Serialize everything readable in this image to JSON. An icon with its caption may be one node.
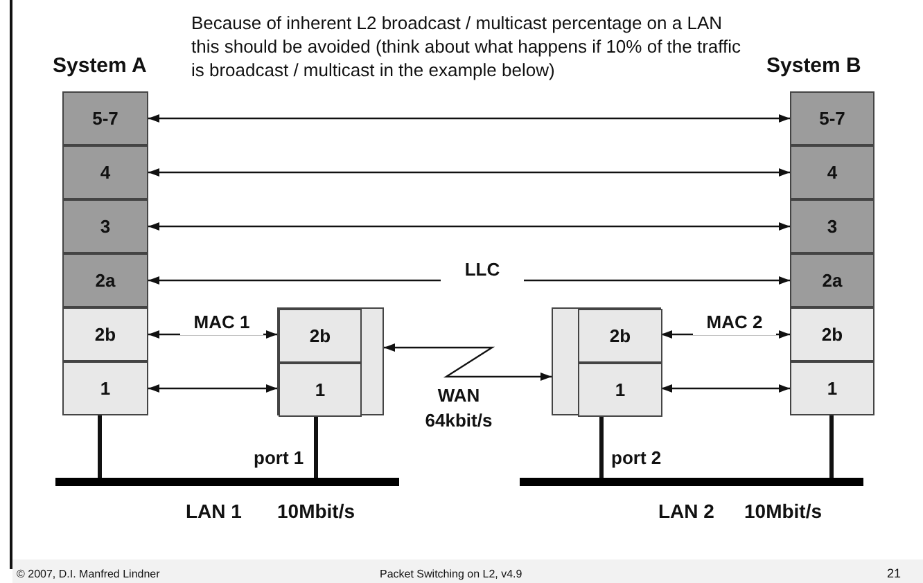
{
  "diagram": {
    "title": "Because of inherent L2 broadcast / multicast percentage on a LAN this should be avoided (think about what happens if 10% of the traffic is broadcast / multicast in the example below)",
    "nodes": [
      {
        "text": [
          "System A"
        ]
      },
      {
        "text": [
          "5-7"
        ],
        "in": 0
      },
      {
        "text": [
          "4"
        ],
        "in": 0
      },
      {
        "text": [
          "3"
        ],
        "in": 0
      },
      {
        "text": [
          "2a"
        ],
        "in": 0
      },
      {
        "text": [
          "2b"
        ],
        "in": 0
      },
      {
        "text": [
          "1"
        ],
        "in": 0
      },
      {
        "text": [
          "System B"
        ]
      },
      {
        "text": [
          "5-7"
        ],
        "in": 7
      },
      {
        "text": [
          "4"
        ],
        "in": 7
      },
      {
        "text": [
          "3"
        ],
        "in": 7
      },
      {
        "text": [
          "2a"
        ],
        "in": 7
      },
      {
        "text": [
          "2b"
        ],
        "in": 7
      },
      {
        "text": [
          "1"
        ],
        "in": 7
      },
      {
        "text": [],
        "shape": "box"
      },
      {
        "text": [
          "2b"
        ],
        "in": 14
      },
      {
        "text": [
          "1"
        ],
        "in": 14
      },
      {
        "text": [],
        "shape": "box"
      },
      {
        "text": [
          "2b"
        ],
        "in": 17
      },
      {
        "text": [
          "1"
        ],
        "in": 17
      },
      {
        "text": [],
        "shape": "bar",
        "beside": [
          "LAN 1",
          "10Mbit/s"
        ]
      },
      {
        "text": [],
        "shape": "bar",
        "beside": [
          "LAN 2",
          "10Mbit/s"
        ]
      }
    ],
    "edges": [
      {
        "from": 1,
        "to": 8,
        "arrow": "both"
      },
      {
        "from": 2,
        "to": 9,
        "arrow": "both"
      },
      {
        "from": 3,
        "to": 10,
        "arrow": "both"
      },
      {
        "from": 4,
        "to": 11,
        "arrow": "both",
        "label": "LLC"
      },
      {
        "from": 5,
        "to": 15,
        "arrow": "both",
        "label": "MAC 1"
      },
      {
        "from": 6,
        "to": 16,
        "arrow": "both"
      },
      {
        "from": 18,
        "to": 12,
        "arrow": "both",
        "label": "MAC 2"
      },
      {
        "from": 19,
        "to": 13,
        "arrow": "both"
      },
      {
        "from": 14,
        "to": 17,
        "arrow": "both",
        "label": "WAN 64kbit/s"
      },
      {
        "from": 6,
        "to": 20,
        "arrow": "none",
        "style": "thick"
      },
      {
        "from": 16,
        "to": 20,
        "arrow": "none",
        "style": "thick"
      },
      {
        "from": 19,
        "to": 21,
        "arrow": "none",
        "style": "thick"
      },
      {
        "from": 13,
        "to": 21,
        "arrow": "none",
        "style": "thick"
      }
    ],
    "labels": [
      "port 1",
      "port 2",
      "© 2007, D.I. Manfred Lindner",
      "Packet Switching on L2, v4.9",
      "21"
    ]
  }
}
